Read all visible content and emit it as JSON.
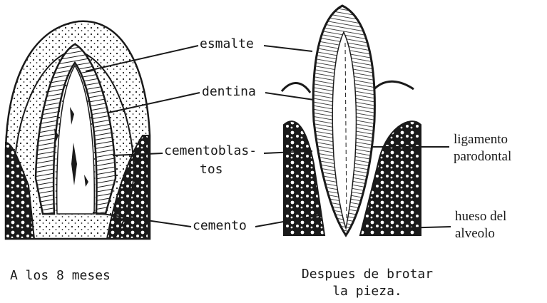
{
  "labels": {
    "esmalte": "esmalte",
    "dentina": "dentina",
    "cementoblastos_line1": "cementoblas-",
    "cementoblastos_line2": "tos",
    "cemento": "cemento",
    "ligamento_line1": "ligamento",
    "ligamento_line2": "parodontal",
    "hueso_line1": "hueso del",
    "hueso_line2": "alveolo"
  },
  "captions": {
    "left": "A los 8 meses",
    "right_line1": "Despues de brotar",
    "right_line2": "la pieza."
  },
  "colors": {
    "ink": "#1a1a1a",
    "paper": "#ffffff"
  }
}
